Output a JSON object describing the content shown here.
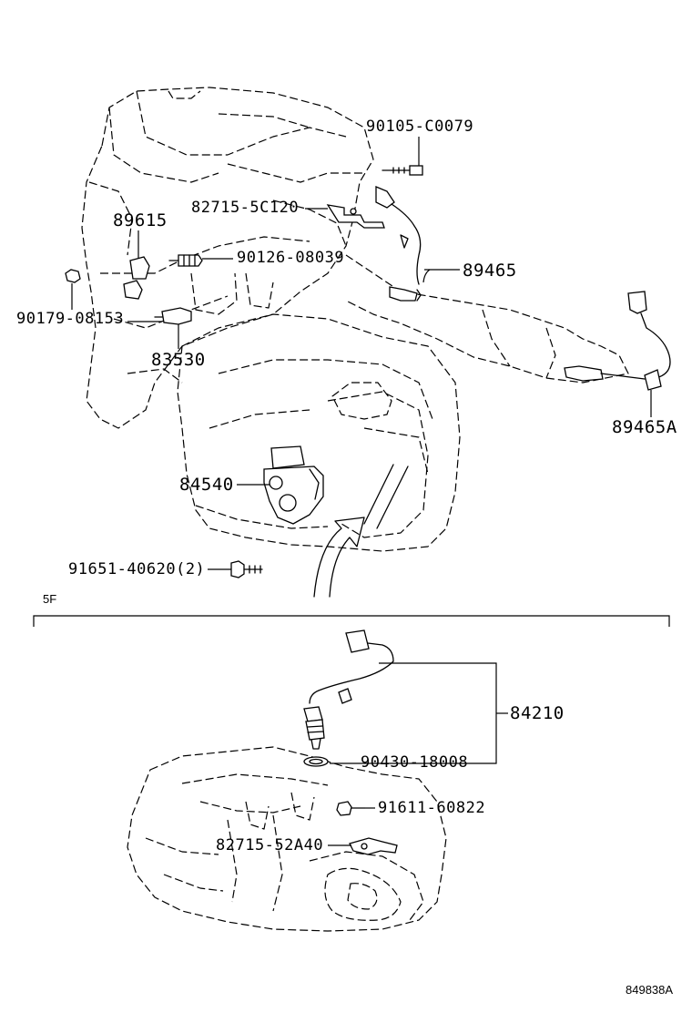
{
  "parts": {
    "p90105": "90105-C0079",
    "p82715a": "82715-5C120",
    "p89615": "89615",
    "p90126": "90126-08039",
    "p89465": "89465",
    "p90179": "90179-08153",
    "p83530": "83530",
    "p89465a": "89465A",
    "p84540": "84540",
    "p91651": "91651-40620(2)",
    "p84210": "84210",
    "p90430": "90430-18008",
    "p91611": "91611-60822",
    "p82715b": "82715-52A40"
  },
  "section_label": "5F",
  "figure_code": "849838A"
}
